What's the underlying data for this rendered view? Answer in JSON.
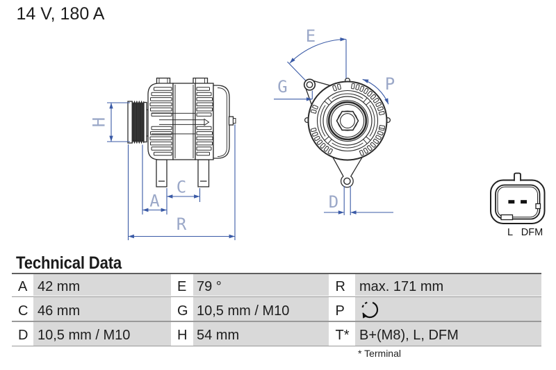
{
  "header": {
    "rating": "14 V, 180 A"
  },
  "drawing": {
    "colors": {
      "line": "#2b2b2b",
      "dimension": "#3a5aa6",
      "dim_label": "#9ba8c8"
    },
    "side_view": {
      "labels": {
        "h": "H",
        "a": "A",
        "c": "C",
        "r": "R"
      }
    },
    "front_view": {
      "labels": {
        "e": "E",
        "g": "G",
        "p": "P",
        "d": "D"
      }
    },
    "connector": {
      "pin_labels": {
        "left": "L",
        "right": "DFM"
      }
    }
  },
  "table": {
    "title": "Technical Data",
    "rows": [
      [
        {
          "label": "A",
          "value": "42 mm"
        },
        {
          "label": "E",
          "value": "79 °"
        },
        {
          "label": "R",
          "value": "max. 171 mm"
        }
      ],
      [
        {
          "label": "C",
          "value": "46 mm"
        },
        {
          "label": "G",
          "value": "10,5 mm / M10"
        },
        {
          "label": "P",
          "value": "",
          "icon": "rotation-direction-clockwise"
        }
      ],
      [
        {
          "label": "D",
          "value": "10,5 mm / M10"
        },
        {
          "label": "H",
          "value": "54 mm"
        },
        {
          "label": "T*",
          "value": "B+(M8), L, DFM"
        }
      ]
    ],
    "footnote": "* Terminal"
  }
}
